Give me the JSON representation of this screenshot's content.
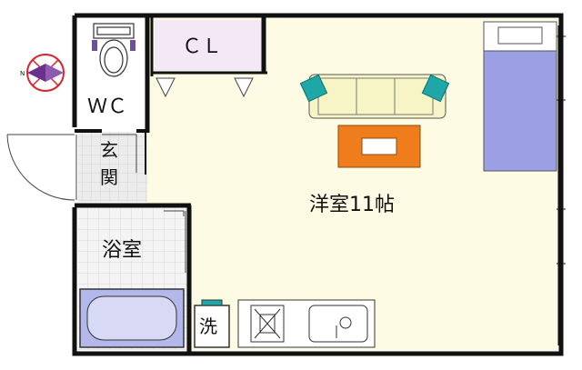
{
  "rooms": {
    "wc": "ＷＣ",
    "closet": "ＣＬ",
    "entrance_top": "玄",
    "entrance_bottom": "関",
    "bathroom": "浴室",
    "western_room": "洋室11帖",
    "washroom": "洗"
  },
  "compass": {
    "north_letter": "N"
  },
  "colors": {
    "wall": "#111111",
    "main_floor": "#fdfbe3",
    "closet_floor": "#f5e8f6",
    "bath_floor": "#e9e9e9",
    "tile_grid": "#d4d4d4",
    "bed": "#9aa0e3",
    "bathtub": "#b3b7ea",
    "sofa": "#f7f5c6",
    "sofa_cushion": "#1fa7a7",
    "table": "#f07d1c",
    "compass_red": "#d8232a",
    "compass_purple": "#6b2f8e"
  },
  "icons": [
    "toilet-icon",
    "compass-icon",
    "sink-icon",
    "stove-icon",
    "bed-icon",
    "sofa-icon",
    "table-icon",
    "bathtub-icon",
    "door-swing-icon"
  ]
}
